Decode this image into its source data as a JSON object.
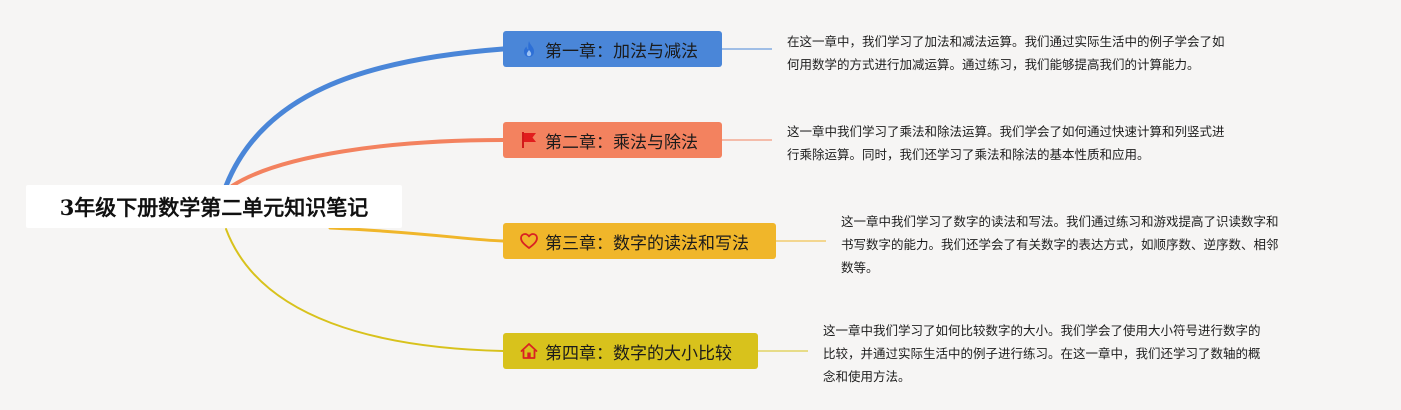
{
  "root": {
    "title": "3年级下册数学第二单元知识笔记"
  },
  "colors": {
    "background": "#f6f5f4",
    "chapter1": "#4a86d8",
    "chapter2": "#f3825f",
    "chapter3": "#f0b62a",
    "chapter4": "#d8c21c"
  },
  "chapters": [
    {
      "label": "第一章：加法与减法",
      "icon": "fire-icon",
      "note": [
        "在这一章中，我们学习了加法和减法运算。我们通过实际生活中的例子学会了如",
        "何用数学的方式进行加减运算。通过练习，我们能够提高我们的计算能力。"
      ]
    },
    {
      "label": "第二章：乘法与除法",
      "icon": "flag-icon",
      "note": [
        "这一章中我们学习了乘法和除法运算。我们学会了如何通过快速计算和列竖式进",
        "行乘除运算。同时，我们还学习了乘法和除法的基本性质和应用。"
      ]
    },
    {
      "label": "第三章：数字的读法和写法",
      "icon": "heart-icon",
      "note": [
        "这一章中我们学习了数字的读法和写法。我们通过练习和游戏提高了识读数字和",
        "书写数字的能力。我们还学会了有关数字的表达方式，如顺序数、逆序数、相邻",
        "数等。"
      ]
    },
    {
      "label": "第四章：数字的大小比较",
      "icon": "home-icon",
      "note": [
        "这一章中我们学习了如何比较数字的大小。我们学会了使用大小符号进行数字的",
        "比较，并通过实际生活中的例子进行练习。在这一章中，我们还学习了数轴的概",
        "念和使用方法。"
      ]
    }
  ]
}
